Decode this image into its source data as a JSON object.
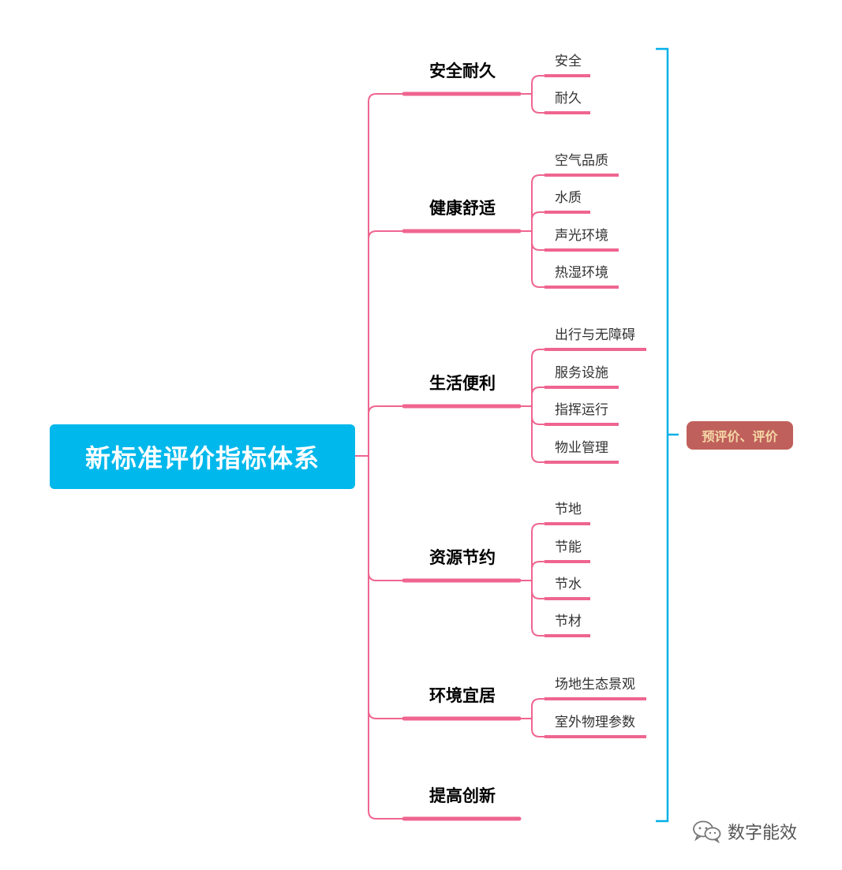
{
  "root": {
    "label": "新标准评价指标体系"
  },
  "branches": [
    {
      "label": "安全耐久",
      "children": [
        "安全",
        "耐久"
      ]
    },
    {
      "label": "健康舒适",
      "children": [
        "空气品质",
        "水质",
        "声光环境",
        "热湿环境"
      ]
    },
    {
      "label": "生活便利",
      "children": [
        "出行与无障碍",
        "服务设施",
        "指挥运行",
        "物业管理"
      ]
    },
    {
      "label": "资源节约",
      "children": [
        "节地",
        "节能",
        "节水",
        "节材"
      ]
    },
    {
      "label": "环境宜居",
      "children": [
        "场地生态景观",
        "室外物理参数"
      ]
    },
    {
      "label": "提高创新",
      "children": []
    }
  ],
  "evaluation": {
    "label": "预评价、评价"
  },
  "watermark": {
    "text": "数字能效",
    "icon": "wechat-icon"
  },
  "colors": {
    "root_bg": "#00b8ec",
    "branch_line": "#ef6590",
    "bracket": "#00b0e8",
    "eval_bg": "#c0605c",
    "eval_text": "#f4d8a6"
  }
}
